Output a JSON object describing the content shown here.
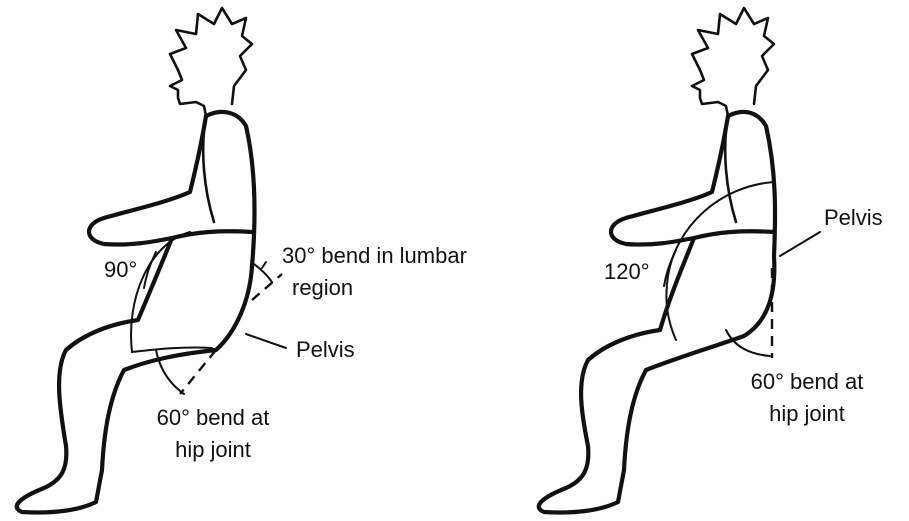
{
  "left_figure": {
    "hip_angle": "90°",
    "lumbar_label": [
      "30° bend in lumbar",
      "region"
    ],
    "pelvis_label": "Pelvis",
    "hip_label": [
      "60° bend at",
      "hip joint"
    ]
  },
  "right_figure": {
    "hip_angle": "120°",
    "pelvis_label": "Pelvis",
    "hip_label": [
      "60° bend at",
      "hip joint"
    ]
  },
  "colors": {
    "ink": "#111111",
    "background": "#ffffff"
  }
}
